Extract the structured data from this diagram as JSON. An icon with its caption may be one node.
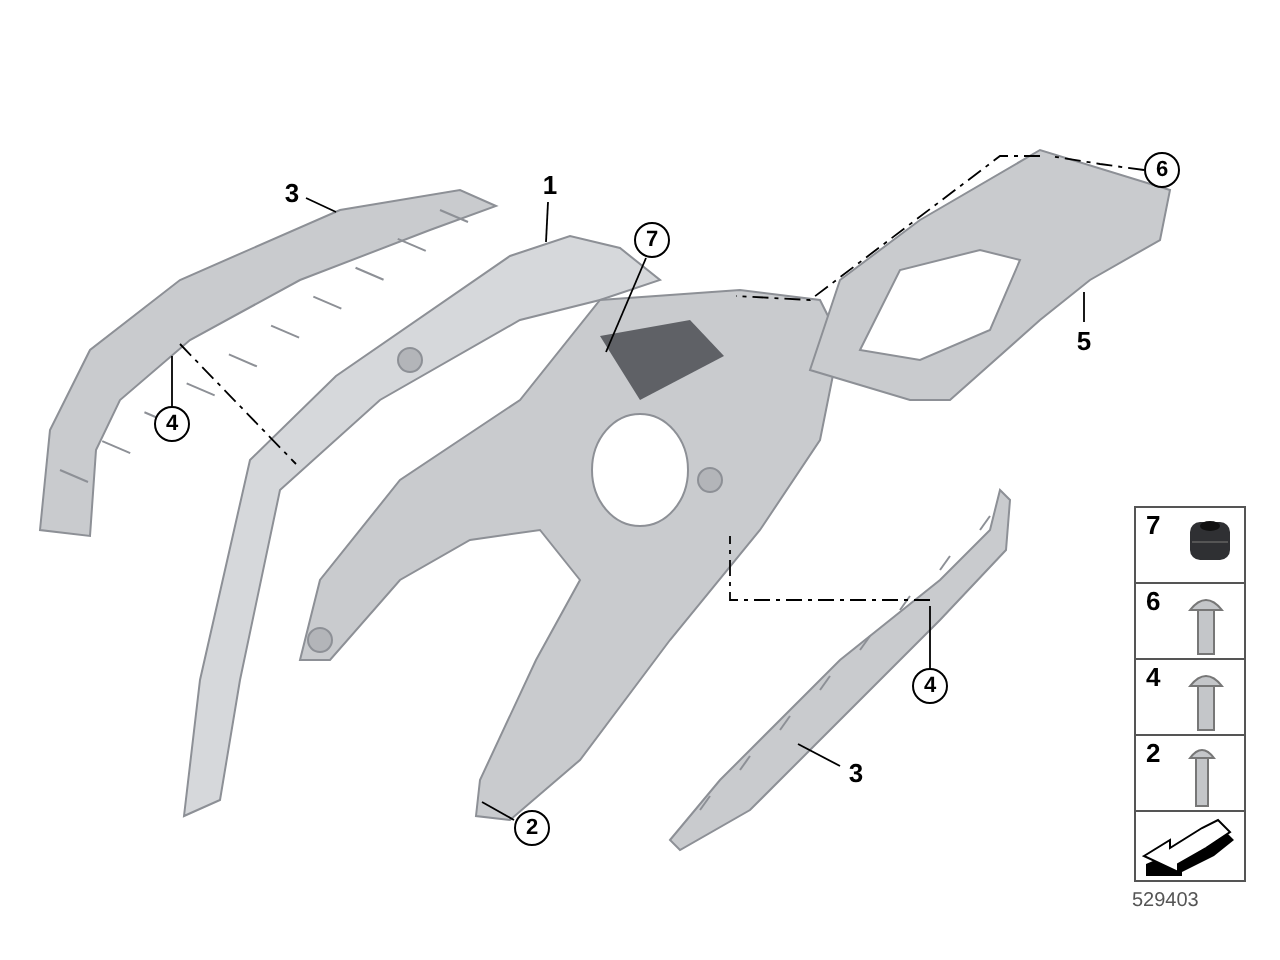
{
  "diagram": {
    "nodes": [
      {
        "text": [
          "3"
        ]
      },
      {
        "text": [],
        "shape": "picture"
      },
      {
        "text": [
          "4"
        ]
      },
      {
        "text": [
          "1"
        ]
      },
      {
        "text": [],
        "shape": "picture"
      },
      {
        "text": [
          "7"
        ]
      },
      {
        "text": [],
        "shape": "picture"
      },
      {
        "text": [
          "6"
        ]
      },
      {
        "text": [
          "5"
        ]
      },
      {
        "text": [],
        "shape": "picture"
      },
      {
        "text": [
          "4"
        ]
      },
      {
        "text": [
          "3"
        ]
      },
      {
        "text": [
          "2"
        ]
      }
    ],
    "edges": [
      {
        "from": 0,
        "to": 1,
        "arrow": "none"
      },
      {
        "from": 2,
        "to": 1,
        "arrow": "none"
      },
      {
        "from": 3,
        "to": 4,
        "arrow": "none"
      },
      {
        "from": 5,
        "to": 4,
        "arrow": "none"
      },
      {
        "from": 7,
        "to": 6,
        "arrow": "none",
        "style": "dashed"
      },
      {
        "from": 8,
        "to": 6,
        "arrow": "none"
      },
      {
        "from": 10,
        "to": 9,
        "arrow": "none"
      },
      {
        "from": 11,
        "to": 9,
        "arrow": "none"
      },
      {
        "from": 12,
        "to": 4,
        "arrow": "none"
      },
      {
        "from": 1,
        "to": 4,
        "arrow": "none",
        "style": "dashed"
      },
      {
        "from": 6,
        "to": 4,
        "arrow": "none",
        "style": "dashed"
      },
      {
        "from": 9,
        "to": 4,
        "arrow": "none",
        "style": "dashed"
      }
    ],
    "labels": [
      "7",
      "6",
      "4",
      "2",
      "529403"
    ]
  }
}
